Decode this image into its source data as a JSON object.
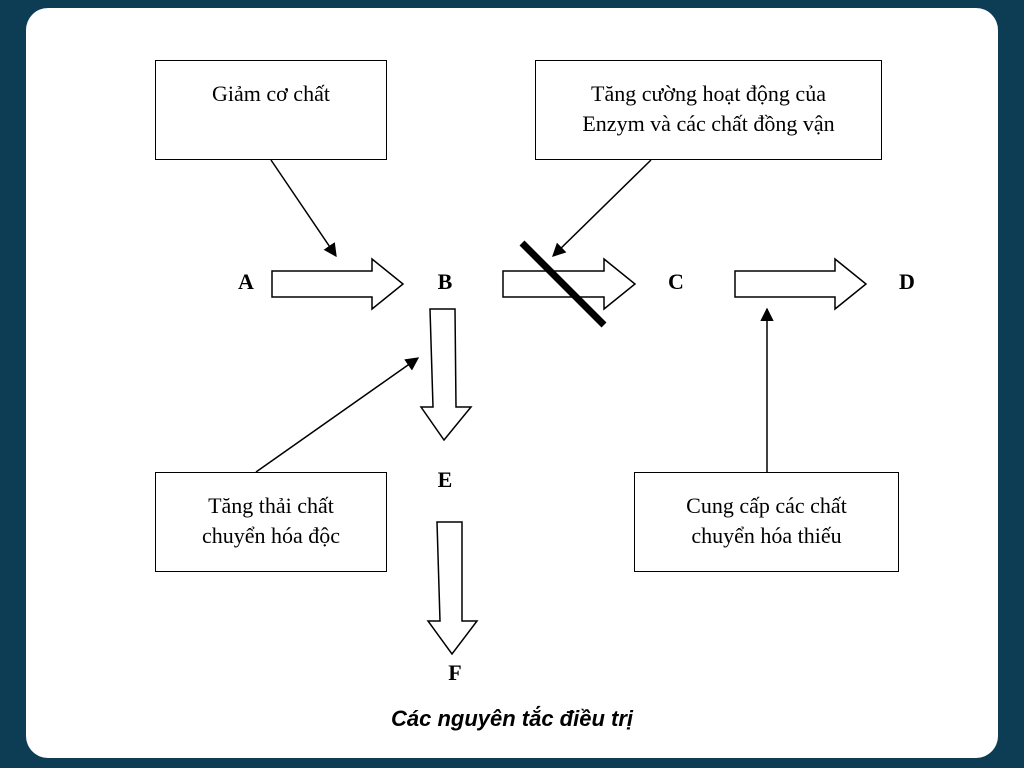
{
  "nodes": {
    "a": "A",
    "b": "B",
    "c": "C",
    "d": "D",
    "e": "E",
    "f": "F"
  },
  "boxes": {
    "reduce_substrate": "Giảm cơ chất",
    "enzyme_line1": "Tăng cường hoạt động của",
    "enzyme_line2": "Enzym và các chất đồng vận",
    "excrete_line1": "Tăng thải chất",
    "excrete_line2": "chuyển hóa độc",
    "supply_line1": "Cung cấp các chất",
    "supply_line2": "chuyển hóa thiếu"
  },
  "caption": "Các nguyên tắc điều trị",
  "colors": {
    "background": "#0d3d55",
    "slide": "#ffffff",
    "ink": "#000000"
  }
}
